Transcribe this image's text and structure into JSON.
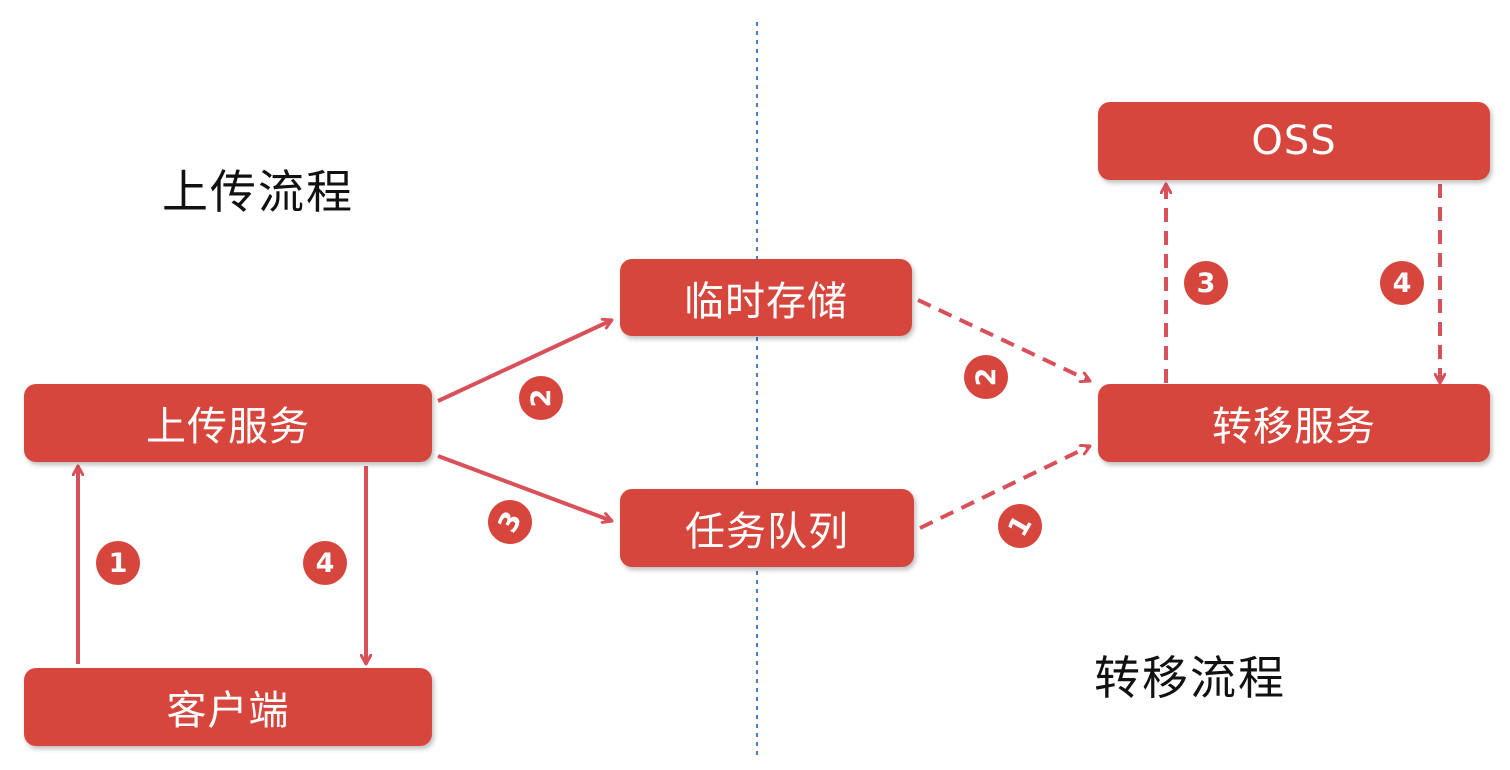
{
  "colors": {
    "node_fill": "#d7463c",
    "arrow": "#d7505a",
    "divider": "#4a7cc0",
    "text_on_node": "#ffffff",
    "title_text": "#111111"
  },
  "sections": {
    "upload_title": "上传流程",
    "transfer_title": "转移流程"
  },
  "nodes": {
    "client": "客户端",
    "upload_service": "上传服务",
    "temp_storage": "临时存储",
    "task_queue": "任务队列",
    "transfer_service": "转移服务",
    "oss": "OSS"
  },
  "badges": {
    "upload_1": "1",
    "upload_4": "4",
    "upload_2": "2",
    "upload_3": "3",
    "transfer_2": "2",
    "transfer_1": "1",
    "transfer_3": "3",
    "transfer_4": "4"
  },
  "edges": [
    {
      "id": "client-to-upload-service",
      "from": "client",
      "to": "upload_service",
      "style": "solid",
      "step": "1"
    },
    {
      "id": "upload-service-to-client",
      "from": "upload_service",
      "to": "client",
      "style": "solid",
      "step": "4"
    },
    {
      "id": "upload-service-to-temp-storage",
      "from": "upload_service",
      "to": "temp_storage",
      "style": "solid",
      "step": "2"
    },
    {
      "id": "upload-service-to-task-queue",
      "from": "upload_service",
      "to": "task_queue",
      "style": "solid",
      "step": "3"
    },
    {
      "id": "temp-storage-to-transfer-service",
      "from": "temp_storage",
      "to": "transfer_service",
      "style": "dashed",
      "step": "2"
    },
    {
      "id": "task-queue-to-transfer-service",
      "from": "task_queue",
      "to": "transfer_service",
      "style": "dashed",
      "step": "1"
    },
    {
      "id": "transfer-service-to-oss",
      "from": "transfer_service",
      "to": "oss",
      "style": "dashed",
      "step": "3"
    },
    {
      "id": "oss-to-transfer-service",
      "from": "oss",
      "to": "transfer_service",
      "style": "dashed",
      "step": "4"
    }
  ]
}
